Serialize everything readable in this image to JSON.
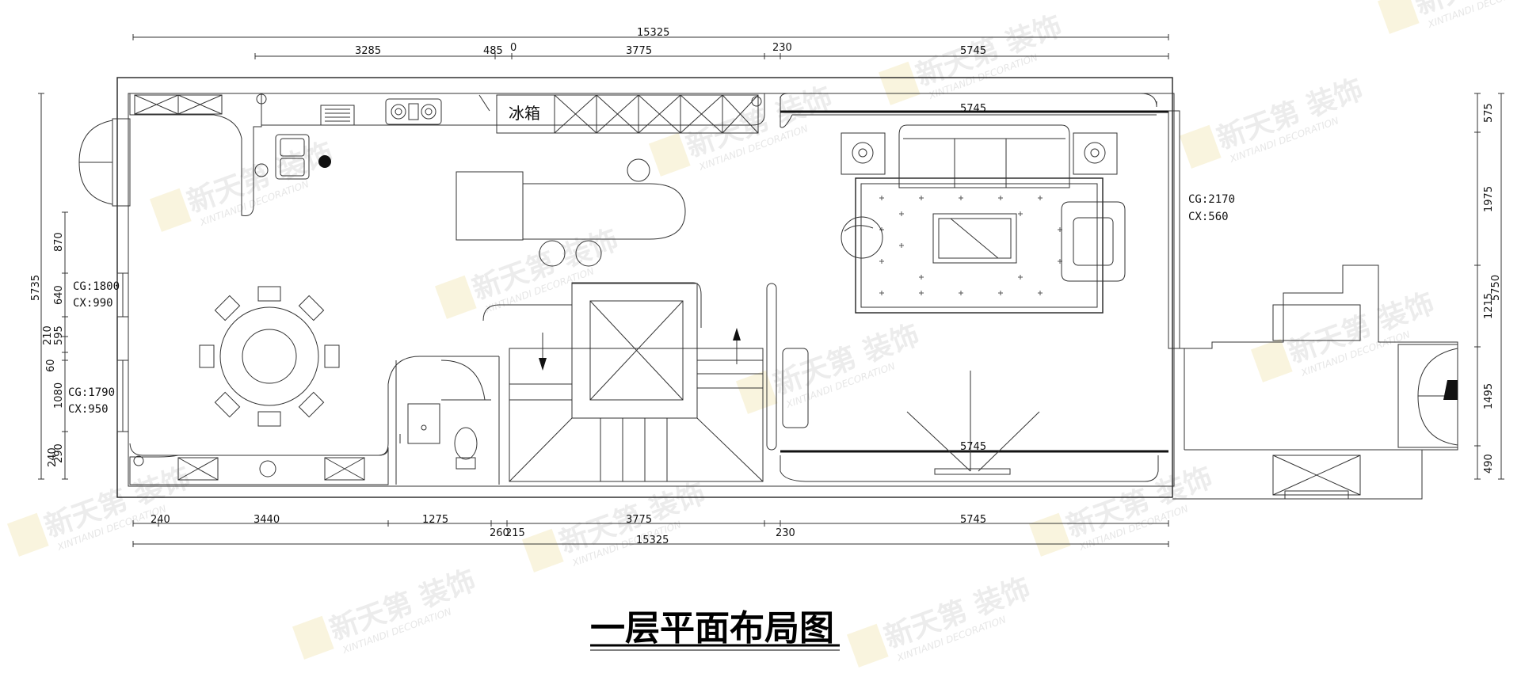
{
  "title": "一层平面布局图",
  "rooms": {
    "fridge_label": "冰箱"
  },
  "dims_top": {
    "total": "15325",
    "d1": "3285",
    "d2": "485",
    "d3": "0",
    "d4": "3775",
    "d5": "230",
    "d6": "5745"
  },
  "dims_bottom": {
    "total": "15325",
    "d1": "240",
    "d2": "3440",
    "d3": "1275",
    "d4": "260",
    "d5": "215",
    "d6": "3775",
    "d7": "230",
    "d8": "5745"
  },
  "dims_left": {
    "total": "5735",
    "d1": "870",
    "d2": "640",
    "d3": "210",
    "d4": "595",
    "d5": "60",
    "d6": "1080",
    "d7": "290",
    "d8": "240"
  },
  "dims_right": {
    "total": "5750",
    "d1": "575",
    "d2": "1975",
    "d3": "1215",
    "d4": "1495",
    "d5": "490"
  },
  "interior_dims": {
    "curtain_top": "5745",
    "curtain_bottom": "5745"
  },
  "window_notes": {
    "left_upper_cg": "CG:1800",
    "left_upper_cx": "CX:990",
    "left_lower_cg": "CG:1790",
    "left_lower_cx": "CX:950",
    "right_cg": "CG:2170",
    "right_cx": "CX:560"
  },
  "watermark": {
    "brand": "新天第 装饰",
    "sub": "XINTIANDI DECORATION"
  },
  "colors": {
    "line": "#333333",
    "watermark": "#c9c9c9",
    "watermark_accent": "#e8d27a"
  }
}
